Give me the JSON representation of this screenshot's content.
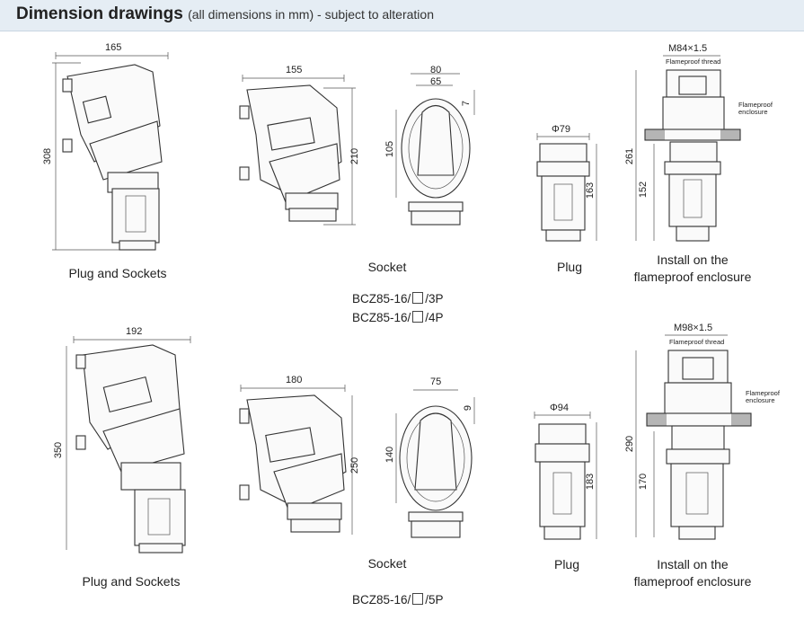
{
  "header": {
    "title": "Dimension drawings",
    "subtitle": "(all dimensions in mm) - subject to alteration"
  },
  "row1": {
    "plug_sockets": {
      "caption": "Plug and Sockets",
      "width": "165",
      "height": "308"
    },
    "socket": {
      "caption": "Socket",
      "width": "155",
      "height": "210",
      "top_width": "80",
      "inner_width": "65",
      "small": "7",
      "body_height": "105"
    },
    "plug": {
      "caption": "Plug",
      "diameter": "Φ79",
      "height": "163"
    },
    "install": {
      "caption_line1": "Install on the",
      "caption_line2": "flameproof enclosure",
      "thread": "M84×1.5",
      "thread_label": "Flameproof thread",
      "enclosure_label_1": "Flameproof",
      "enclosure_label_2": "enclosure",
      "total_height": "261",
      "lower_height": "152"
    },
    "models": [
      "BCZ85-16/",
      "/3P",
      "BCZ85-16/",
      "/4P"
    ]
  },
  "row2": {
    "plug_sockets": {
      "caption": "Plug and Sockets",
      "width": "192",
      "height": "350"
    },
    "socket": {
      "caption": "Socket",
      "width": "180",
      "height": "250",
      "top_width": "75",
      "small": "9",
      "body_height": "140"
    },
    "plug": {
      "caption": "Plug",
      "diameter": "Φ94",
      "height": "183"
    },
    "install": {
      "caption_line1": "Install on the",
      "caption_line2": "flameproof enclosure",
      "thread": "M98×1.5",
      "thread_label": "Flameproof thread",
      "enclosure_label_1": "Flameproof",
      "enclosure_label_2": "enclosure",
      "total_height": "290",
      "lower_height": "170"
    },
    "models": [
      "BCZ85-16/",
      "/5P"
    ]
  }
}
